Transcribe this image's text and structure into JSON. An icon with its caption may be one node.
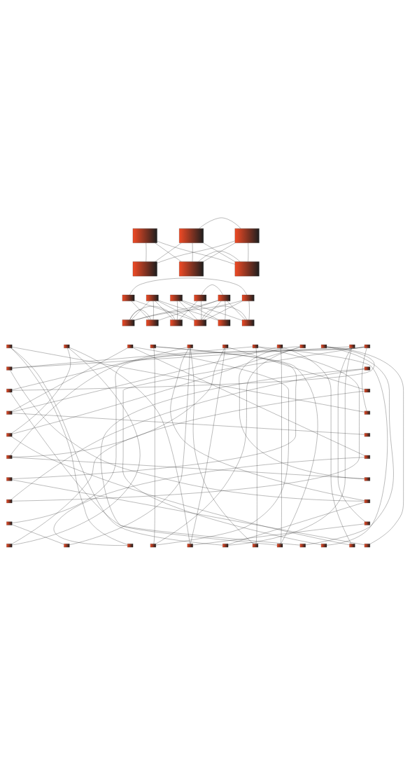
{
  "diagram": {
    "nodes": [
      {
        "text": [],
        "shape": "box"
      },
      {
        "text": [],
        "shape": "box"
      },
      {
        "text": [],
        "shape": "box"
      },
      {
        "text": [],
        "shape": "box"
      },
      {
        "text": [],
        "shape": "box"
      },
      {
        "text": [],
        "shape": "box"
      },
      {
        "text": [],
        "shape": "box"
      },
      {
        "text": [],
        "shape": "box"
      },
      {
        "text": [],
        "shape": "box"
      },
      {
        "text": [],
        "shape": "box"
      },
      {
        "text": [],
        "shape": "box"
      },
      {
        "text": [],
        "shape": "box"
      },
      {
        "text": [],
        "shape": "box"
      },
      {
        "text": [],
        "shape": "box"
      },
      {
        "text": [],
        "shape": "box"
      },
      {
        "text": [],
        "shape": "box"
      },
      {
        "text": [],
        "shape": "box"
      },
      {
        "text": [],
        "shape": "box"
      },
      {
        "text": [],
        "shape": "box"
      },
      {
        "text": [],
        "shape": "box"
      },
      {
        "text": [],
        "shape": "box"
      },
      {
        "text": [],
        "shape": "box"
      },
      {
        "text": [],
        "shape": "box"
      },
      {
        "text": [],
        "shape": "box"
      },
      {
        "text": [],
        "shape": "box"
      },
      {
        "text": [],
        "shape": "box"
      },
      {
        "text": [],
        "shape": "box"
      },
      {
        "text": [],
        "shape": "box"
      },
      {
        "text": [],
        "shape": "box"
      },
      {
        "text": [],
        "shape": "box"
      },
      {
        "text": [],
        "shape": "box"
      },
      {
        "text": [],
        "shape": "box"
      },
      {
        "text": [],
        "shape": "box"
      },
      {
        "text": [],
        "shape": "box"
      },
      {
        "text": [],
        "shape": "box"
      },
      {
        "text": [],
        "shape": "box"
      },
      {
        "text": [],
        "shape": "box"
      },
      {
        "text": [],
        "shape": "box"
      },
      {
        "text": [],
        "shape": "box"
      },
      {
        "text": [],
        "shape": "box"
      },
      {
        "text": [],
        "shape": "box"
      },
      {
        "text": [],
        "shape": "box"
      },
      {
        "text": [],
        "shape": "box"
      },
      {
        "text": [],
        "shape": "box"
      },
      {
        "text": [],
        "shape": "box"
      },
      {
        "text": [],
        "shape": "box"
      },
      {
        "text": [],
        "shape": "box"
      },
      {
        "text": [],
        "shape": "box"
      },
      {
        "text": [],
        "shape": "box"
      },
      {
        "text": [],
        "shape": "box"
      },
      {
        "text": [],
        "shape": "box"
      },
      {
        "text": [],
        "shape": "box"
      },
      {
        "text": [],
        "shape": "box"
      },
      {
        "text": [],
        "shape": "box"
      },
      {
        "text": [],
        "shape": "box"
      },
      {
        "text": [],
        "shape": "box"
      },
      {
        "text": [],
        "shape": "box"
      },
      {
        "text": [],
        "shape": "box"
      }
    ],
    "edges": [
      {
        "from": 0,
        "to": 3,
        "arrow": "none"
      },
      {
        "from": 0,
        "to": 4,
        "arrow": "none"
      },
      {
        "from": 0,
        "to": 5,
        "arrow": "none"
      },
      {
        "from": 1,
        "to": 3,
        "arrow": "none"
      },
      {
        "from": 1,
        "to": 4,
        "arrow": "none"
      },
      {
        "from": 1,
        "to": 5,
        "arrow": "none"
      },
      {
        "from": 1,
        "to": 2,
        "arrow": "none"
      },
      {
        "from": 2,
        "to": 3,
        "arrow": "none"
      },
      {
        "from": 2,
        "to": 4,
        "arrow": "none"
      },
      {
        "from": 2,
        "to": 5,
        "arrow": "none"
      },
      {
        "from": 4,
        "to": 5,
        "arrow": "none"
      },
      {
        "from": 6,
        "to": 13,
        "arrow": "none"
      },
      {
        "from": 6,
        "to": 15,
        "arrow": "none"
      },
      {
        "from": 6,
        "to": 11,
        "arrow": "none"
      },
      {
        "from": 7,
        "to": 12,
        "arrow": "none"
      },
      {
        "from": 7,
        "to": 13,
        "arrow": "none"
      },
      {
        "from": 7,
        "to": 14,
        "arrow": "none"
      },
      {
        "from": 7,
        "to": 15,
        "arrow": "none"
      },
      {
        "from": 7,
        "to": 16,
        "arrow": "none"
      },
      {
        "from": 8,
        "to": 14,
        "arrow": "none"
      },
      {
        "from": 8,
        "to": 15,
        "arrow": "none"
      },
      {
        "from": 8,
        "to": 16,
        "arrow": "none"
      },
      {
        "from": 8,
        "to": 17,
        "arrow": "none"
      },
      {
        "from": 9,
        "to": 14,
        "arrow": "none"
      },
      {
        "from": 9,
        "to": 15,
        "arrow": "none"
      },
      {
        "from": 9,
        "to": 10,
        "arrow": "none"
      },
      {
        "from": 10,
        "to": 12,
        "arrow": "none"
      },
      {
        "from": 10,
        "to": 13,
        "arrow": "none"
      },
      {
        "from": 10,
        "to": 15,
        "arrow": "none"
      },
      {
        "from": 10,
        "to": 16,
        "arrow": "none"
      },
      {
        "from": 10,
        "to": 17,
        "arrow": "none"
      },
      {
        "from": 11,
        "to": 12,
        "arrow": "none"
      },
      {
        "from": 11,
        "to": 15,
        "arrow": "none"
      },
      {
        "from": 11,
        "to": 17,
        "arrow": "none"
      },
      {
        "from": 12,
        "to": 14,
        "arrow": "none"
      },
      {
        "from": 12,
        "to": 13,
        "arrow": "none"
      },
      {
        "from": 15,
        "to": 17,
        "arrow": "none"
      },
      {
        "from": 18,
        "to": 48,
        "arrow": "none"
      },
      {
        "from": 18,
        "to": 35,
        "arrow": "none"
      },
      {
        "from": 18,
        "to": 51,
        "arrow": "none"
      },
      {
        "from": 19,
        "to": 46,
        "arrow": "none"
      },
      {
        "from": 19,
        "to": 50,
        "arrow": "none"
      },
      {
        "from": 19,
        "to": 36,
        "arrow": "none"
      },
      {
        "from": 20,
        "to": 34,
        "arrow": "none"
      },
      {
        "from": 20,
        "to": 49,
        "arrow": "none"
      },
      {
        "from": 20,
        "to": 39,
        "arrow": "none"
      },
      {
        "from": 21,
        "to": 49,
        "arrow": "none"
      },
      {
        "from": 21,
        "to": 40,
        "arrow": "none"
      },
      {
        "from": 21,
        "to": 53,
        "arrow": "none"
      },
      {
        "from": 22,
        "to": 32,
        "arrow": "none"
      },
      {
        "from": 22,
        "to": 47,
        "arrow": "none"
      },
      {
        "from": 22,
        "to": 52,
        "arrow": "none"
      },
      {
        "from": 22,
        "to": 43,
        "arrow": "none"
      },
      {
        "from": 23,
        "to": 50,
        "arrow": "none"
      },
      {
        "from": 23,
        "to": 38,
        "arrow": "none"
      },
      {
        "from": 23,
        "to": 33,
        "arrow": "none"
      },
      {
        "from": 24,
        "to": 52,
        "arrow": "none"
      },
      {
        "from": 24,
        "to": 55,
        "arrow": "none"
      },
      {
        "from": 24,
        "to": 42,
        "arrow": "none"
      },
      {
        "from": 24,
        "to": 30,
        "arrow": "none"
      },
      {
        "from": 25,
        "to": 53,
        "arrow": "none"
      },
      {
        "from": 25,
        "to": 34,
        "arrow": "none"
      },
      {
        "from": 25,
        "to": 56,
        "arrow": "none"
      },
      {
        "from": 26,
        "to": 49,
        "arrow": "none"
      },
      {
        "from": 26,
        "to": 41,
        "arrow": "none"
      },
      {
        "from": 26,
        "to": 36,
        "arrow": "none"
      },
      {
        "from": 27,
        "to": 54,
        "arrow": "none"
      },
      {
        "from": 27,
        "to": 57,
        "arrow": "none"
      },
      {
        "from": 27,
        "to": 32,
        "arrow": "none"
      },
      {
        "from": 28,
        "to": 51,
        "arrow": "none"
      },
      {
        "from": 28,
        "to": 45,
        "arrow": "none"
      },
      {
        "from": 28,
        "to": 30,
        "arrow": "none"
      },
      {
        "from": 29,
        "to": 38,
        "arrow": "none"
      },
      {
        "from": 29,
        "to": 55,
        "arrow": "none"
      },
      {
        "from": 29,
        "to": 35,
        "arrow": "none"
      },
      {
        "from": 29,
        "to": 44,
        "arrow": "none"
      },
      {
        "from": 30,
        "to": 43,
        "arrow": "none"
      },
      {
        "from": 32,
        "to": 54,
        "arrow": "none"
      },
      {
        "from": 34,
        "to": 37,
        "arrow": "none"
      },
      {
        "from": 36,
        "to": 56,
        "arrow": "none"
      },
      {
        "from": 38,
        "to": 41,
        "arrow": "none"
      },
      {
        "from": 40,
        "to": 57,
        "arrow": "none"
      },
      {
        "from": 42,
        "to": 31,
        "arrow": "none"
      },
      {
        "from": 44,
        "to": 47,
        "arrow": "none"
      },
      {
        "from": 33,
        "to": 46,
        "arrow": "none"
      },
      {
        "from": 39,
        "to": 48,
        "arrow": "none"
      },
      {
        "from": 43,
        "to": 51,
        "arrow": "none"
      },
      {
        "from": 45,
        "to": 50,
        "arrow": "none"
      },
      {
        "from": 31,
        "to": 53,
        "arrow": "none"
      }
    ]
  }
}
